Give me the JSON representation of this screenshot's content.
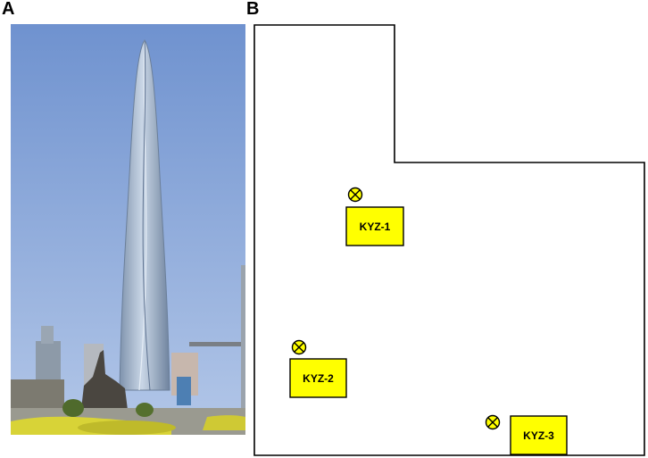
{
  "panels": {
    "a": {
      "label": "A"
    },
    "b": {
      "label": "B"
    }
  },
  "stations": [
    {
      "id": "KYZ-1"
    },
    {
      "id": "KYZ-2"
    },
    {
      "id": "KYZ-3"
    }
  ],
  "colors": {
    "station_fill": "#ffff00",
    "outline": "#000000",
    "sky_top": "#7a9bd4",
    "sky_bottom": "#a9c0e6",
    "tower": "#9fb4cf",
    "hedge": "#d6d23a"
  }
}
